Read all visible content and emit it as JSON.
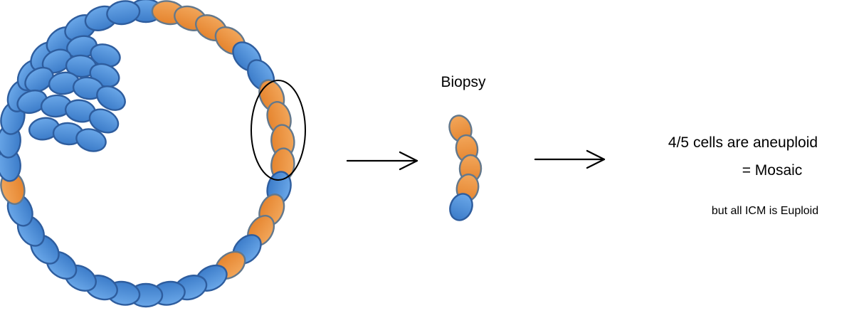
{
  "diagram": {
    "labels": {
      "biopsy": "Biopsy",
      "result_line1": "4/5 cells are aneuploid",
      "result_line2": "= Mosaic",
      "result_line3": "but all ICM is Euploid"
    },
    "colors": {
      "euploid_fill_light": "#6aa7e8",
      "euploid_fill_dark": "#3c7cc9",
      "euploid_stroke": "#2e5d9e",
      "aneuploid_fill_light": "#f2a65a",
      "aneuploid_fill_dark": "#e5842e",
      "aneuploid_stroke": "#63788c",
      "text": "#000000",
      "background": "#ffffff"
    },
    "blastocyst": {
      "ring_cell_count": 38,
      "ring_aneuploid_indices": [
        1,
        2,
        3,
        4,
        7,
        8,
        9,
        10,
        12,
        13,
        15,
        27
      ],
      "icm_cell_count": 16
    },
    "biopsy_cells": [
      "aneuploid",
      "aneuploid",
      "aneuploid",
      "aneuploid",
      "euploid"
    ]
  }
}
